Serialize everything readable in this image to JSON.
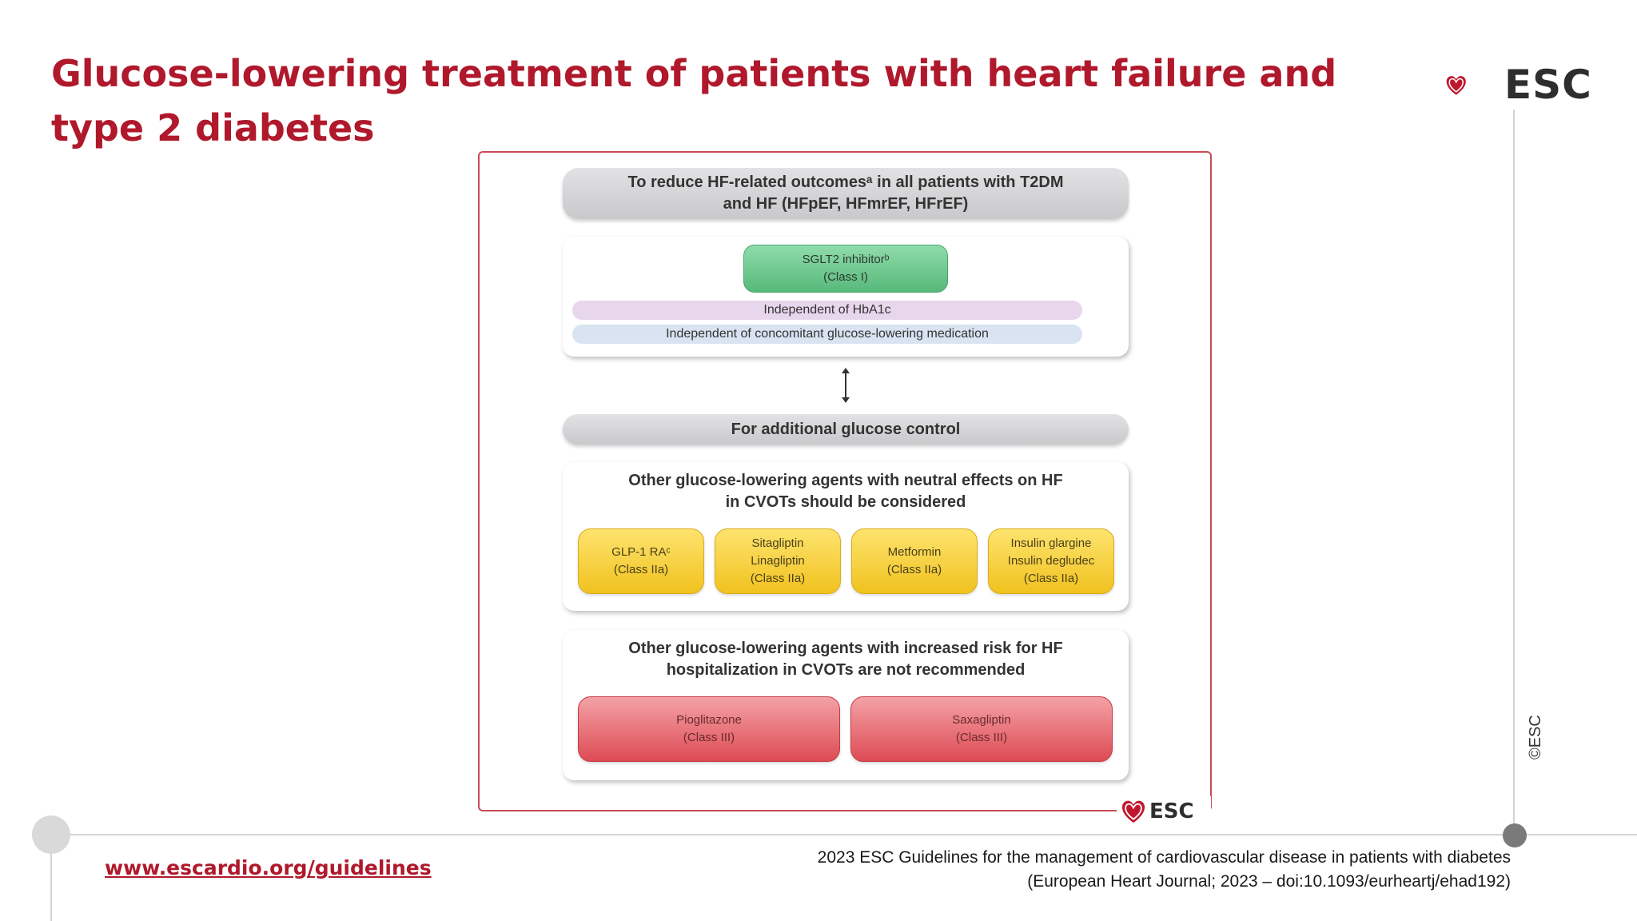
{
  "slide": {
    "title": "Glucose-lowering treatment of patients with heart failure and type 2 diabetes",
    "logo_text": "ESC",
    "copyright": "©ESC",
    "url": "www.escardio.org/guidelines",
    "citation_line1": "2023 ESC Guidelines for the management of cardiovascular disease in patients with diabetes",
    "citation_line2": "(European Heart Journal; 2023 – doi:10.1093/eurheartj/ehad192)"
  },
  "colors": {
    "brand_red": "#b0182b",
    "green": "#57b97a",
    "yellow": "#f1c21f",
    "red": "#de4b54"
  },
  "figure": {
    "logo_text": "ESC",
    "header1_line1": "To reduce HF-related outcomesᵃ in all patients with T2DM",
    "header1_line2": "and HF (HFpEF, HFmrEF, HFrEF)",
    "sglt2_line1": "SGLT2 inhibitorᵇ",
    "sglt2_line2": "(Class I)",
    "bar_hba1c": "Independent of HbA1c",
    "bar_concomitant": "Independent of concomitant glucose-lowering medication",
    "header2": "For additional glucose control",
    "neutral_line1": "Other glucose-lowering agents with neutral effects on HF",
    "neutral_line2": "in CVOTs should be considered",
    "neutral_agents": [
      {
        "line1": "GLP-1 RAᶜ",
        "line2": "(Class IIa)",
        "line3": ""
      },
      {
        "line1": "Sitagliptin",
        "line2": "Linagliptin",
        "line3": "(Class IIa)"
      },
      {
        "line1": "Metformin",
        "line2": "(Class IIa)",
        "line3": ""
      },
      {
        "line1": "Insulin glargine",
        "line2": "Insulin degludec",
        "line3": "(Class IIa)"
      }
    ],
    "risk_line1": "Other glucose-lowering agents with increased risk for HF",
    "risk_line2": "hospitalization in CVOTs are not recommended",
    "risk_agents": [
      {
        "line1": "Pioglitazone",
        "line2": "(Class III)"
      },
      {
        "line1": "Saxagliptin",
        "line2": "(Class III)"
      }
    ]
  }
}
